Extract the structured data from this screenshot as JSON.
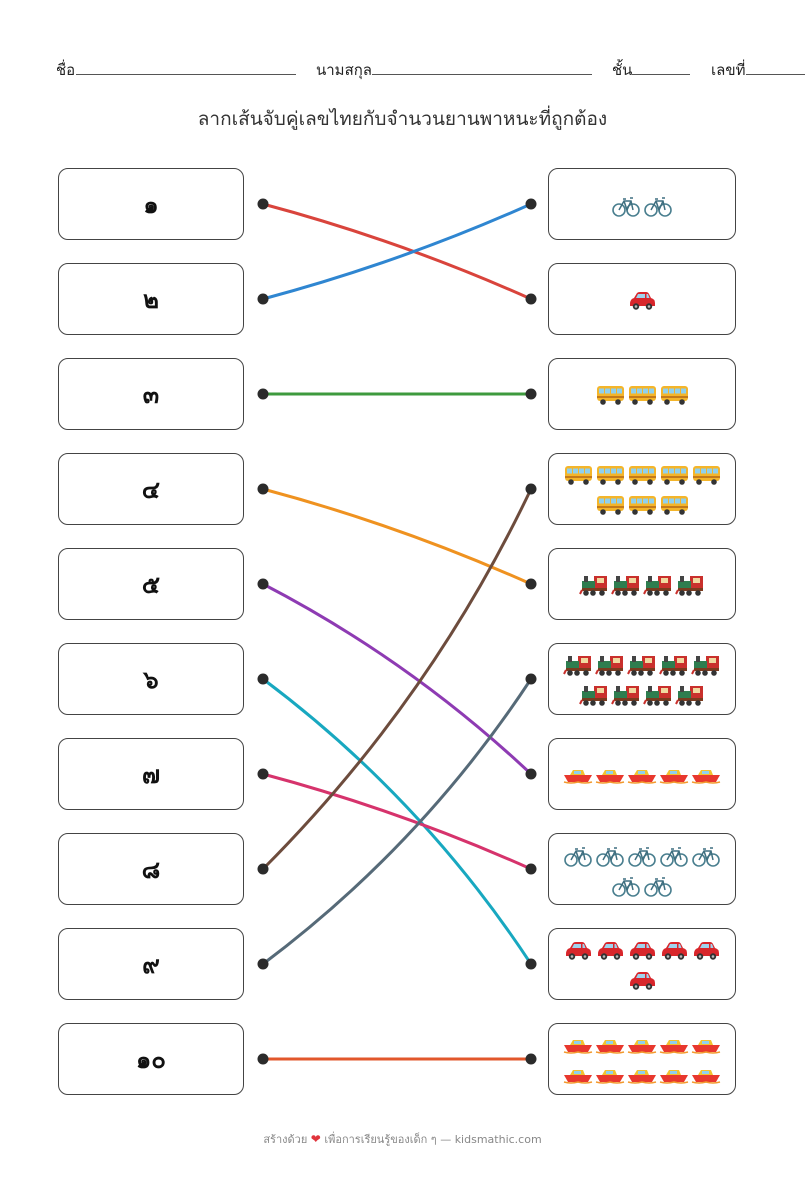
{
  "header": {
    "name_label": "ชื่อ",
    "surname_label": "นามสกุล",
    "class_label": "ชั้น",
    "number_label": "เลขที่"
  },
  "title": "ลากเส้นจับคู่เลขไทยกับจำนวนยานพาหนะที่ถูกต้อง",
  "numbers": [
    "๑",
    "๒",
    "๓",
    "๔",
    "๕",
    "๖",
    "๗",
    "๘",
    "๙",
    "๑๐"
  ],
  "pictures": [
    {
      "vehicle": "bicycle-icon",
      "count": 2
    },
    {
      "vehicle": "car-icon",
      "count": 1
    },
    {
      "vehicle": "bus-icon",
      "count": 3
    },
    {
      "vehicle": "bus-icon",
      "count": 8
    },
    {
      "vehicle": "train-icon",
      "count": 4
    },
    {
      "vehicle": "train-icon",
      "count": 9
    },
    {
      "vehicle": "boat-icon",
      "count": 5
    },
    {
      "vehicle": "bicycle-icon",
      "count": 7
    },
    {
      "vehicle": "car-icon",
      "count": 6
    },
    {
      "vehicle": "boat-icon",
      "count": 10
    }
  ],
  "connections": [
    {
      "from": 1,
      "to": 2,
      "color": "#d9443c"
    },
    {
      "from": 2,
      "to": 1,
      "color": "#2f86d1"
    },
    {
      "from": 3,
      "to": 3,
      "color": "#3e9a3e"
    },
    {
      "from": 4,
      "to": 5,
      "color": "#ef9220"
    },
    {
      "from": 5,
      "to": 7,
      "color": "#8e3bb3"
    },
    {
      "from": 6,
      "to": 9,
      "color": "#18a8c0"
    },
    {
      "from": 7,
      "to": 8,
      "color": "#d6336c"
    },
    {
      "from": 8,
      "to": 4,
      "color": "#6d4c3d"
    },
    {
      "from": 9,
      "to": 6,
      "color": "#566a78"
    },
    {
      "from": 10,
      "to": 10,
      "color": "#e2572b"
    }
  ],
  "footer": {
    "text_before": "สร้างด้วย",
    "heart": "❤",
    "text_after": "เพื่อการเรียนรู้ของเด็ก ๆ — kidsmathic.com"
  }
}
